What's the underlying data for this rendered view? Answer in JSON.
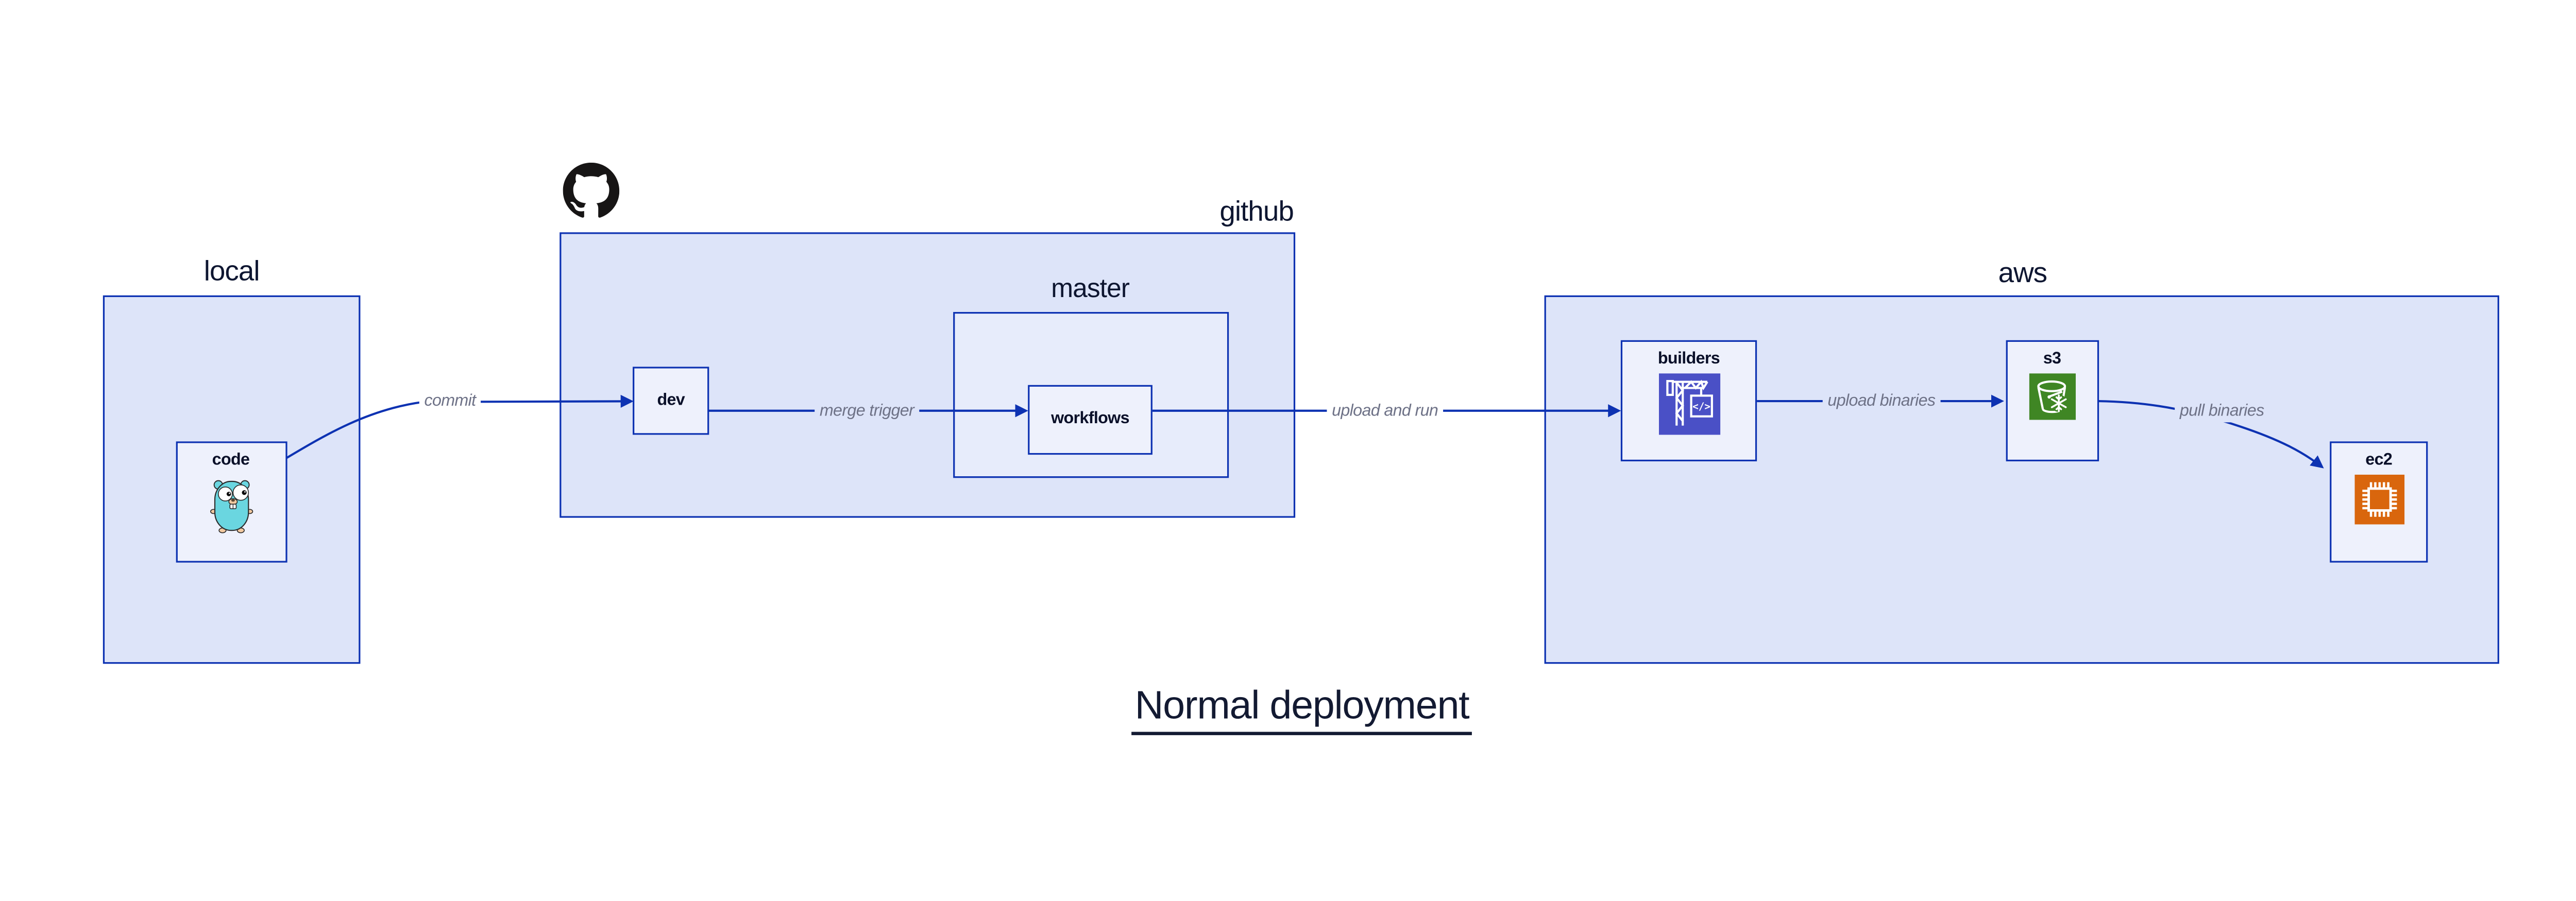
{
  "title": "Normal deployment",
  "colors": {
    "line_blue": "#0d32b2",
    "container_fill": "#dde4f9",
    "master_fill": "#e7ecfb",
    "node_fill": "#eef1fc",
    "label_text": "#0a1029",
    "edge_label_text": "#6e7287",
    "title_text": "#131a32",
    "octocat_black": "#171515",
    "gopher_teal": "#6ad6e0",
    "codebuild_indigo": "#4a50c6",
    "s3_glacier_green": "#3f8624",
    "ec2_orange": "#d9660d"
  },
  "containers": {
    "local": {
      "label": "local"
    },
    "github": {
      "label": "github"
    },
    "master": {
      "label": "master"
    },
    "aws": {
      "label": "aws"
    }
  },
  "nodes": {
    "code": {
      "label": "code",
      "icon": "go-gopher-icon"
    },
    "dev": {
      "label": "dev"
    },
    "workflows": {
      "label": "workflows"
    },
    "builders": {
      "label": "builders",
      "icon": "aws-codebuild-icon"
    },
    "s3": {
      "label": "s3",
      "icon": "aws-s3-glacier-icon"
    },
    "ec2": {
      "label": "ec2",
      "icon": "aws-ec2-icon"
    }
  },
  "edges": [
    {
      "from": "code",
      "to": "dev",
      "label": "commit"
    },
    {
      "from": "dev",
      "to": "workflows",
      "label": "merge trigger"
    },
    {
      "from": "workflows",
      "to": "builders",
      "label": "upload and run"
    },
    {
      "from": "builders",
      "to": "s3",
      "label": "upload binaries"
    },
    {
      "from": "s3",
      "to": "ec2",
      "label": "pull binaries"
    }
  ]
}
